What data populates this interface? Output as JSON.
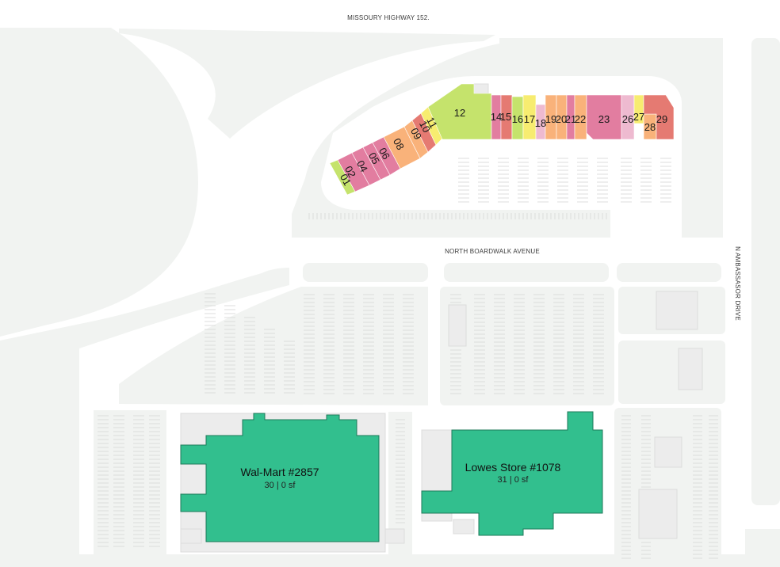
{
  "colors": {
    "background": "#ffffff",
    "lot": "#f1f3f1",
    "anchor": "#32bf8e",
    "unit_green": "#c5e36c",
    "unit_yellow": "#f7ec70",
    "unit_orange": "#f9b27a",
    "unit_pink": "#e27da0",
    "unit_red": "#e57a72",
    "unit_lightpink": "#eebad0"
  },
  "roads": {
    "north": "MISSOURY HIGHWAY 152.",
    "middle": "NORTH BOARDWALK AVENUE",
    "east": "N AMBASSASOR DRIVE"
  },
  "units": [
    {
      "id": "01",
      "label": "01",
      "color": "unit_green"
    },
    {
      "id": "02",
      "label": "02",
      "color": "unit_pink"
    },
    {
      "id": "04",
      "label": "04",
      "color": "unit_pink"
    },
    {
      "id": "05",
      "label": "05",
      "color": "unit_pink"
    },
    {
      "id": "06",
      "label": "06",
      "color": "unit_pink"
    },
    {
      "id": "08",
      "label": "08",
      "color": "unit_orange"
    },
    {
      "id": "09",
      "label": "09",
      "color": "unit_orange"
    },
    {
      "id": "10",
      "label": "10",
      "color": "unit_red"
    },
    {
      "id": "11",
      "label": "11",
      "color": "unit_yellow"
    },
    {
      "id": "12",
      "label": "12",
      "color": "unit_green"
    },
    {
      "id": "14",
      "label": "14",
      "color": "unit_pink"
    },
    {
      "id": "15",
      "label": "15",
      "color": "unit_red"
    },
    {
      "id": "16",
      "label": "16",
      "color": "unit_green"
    },
    {
      "id": "17",
      "label": "17",
      "color": "unit_yellow"
    },
    {
      "id": "18",
      "label": "18",
      "color": "unit_lightpink"
    },
    {
      "id": "19",
      "label": "19",
      "color": "unit_orange"
    },
    {
      "id": "20",
      "label": "20",
      "color": "unit_orange"
    },
    {
      "id": "21",
      "label": "21",
      "color": "unit_pink"
    },
    {
      "id": "22",
      "label": "22",
      "color": "unit_orange"
    },
    {
      "id": "23",
      "label": "23",
      "color": "unit_pink"
    },
    {
      "id": "26",
      "label": "26",
      "color": "unit_lightpink"
    },
    {
      "id": "27",
      "label": "27",
      "color": "unit_yellow"
    },
    {
      "id": "28",
      "label": "28",
      "color": "unit_orange"
    },
    {
      "id": "29",
      "label": "29",
      "color": "unit_red"
    }
  ],
  "anchors": {
    "walmart": {
      "name": "Wal-Mart #2857",
      "sub": "30 | 0 sf"
    },
    "lowes": {
      "name": "Lowes Store #1078",
      "sub": "31 | 0 sf"
    }
  }
}
